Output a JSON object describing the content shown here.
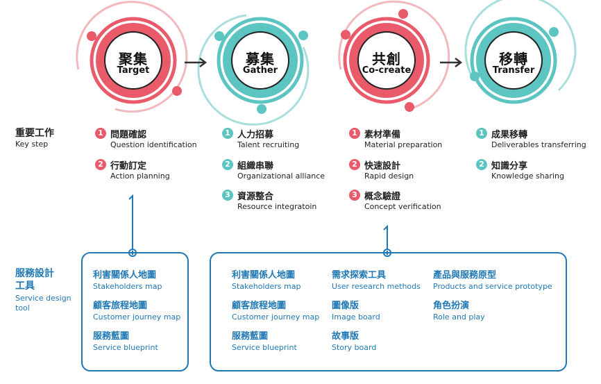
{
  "stages": [
    {
      "zh": "聚集",
      "en": "Target",
      "theme": "red"
    },
    {
      "zh": "募集",
      "en": "Gather",
      "theme": "teal"
    },
    {
      "zh": "共創",
      "en": "Co-create",
      "theme": "red"
    },
    {
      "zh": "移轉",
      "en": "Transfer",
      "theme": "teal"
    }
  ],
  "rows": {
    "key_step": {
      "zh": "重要工作",
      "en": "Key step"
    },
    "tools": {
      "zh_line1": "服務設計",
      "zh_line2": "工具",
      "en_line1": "Service design",
      "en_line2": "tool"
    }
  },
  "steps": [
    [
      {
        "num": "1",
        "zh": "問題確認",
        "en": "Question identification"
      },
      {
        "num": "2",
        "zh": "行動訂定",
        "en": "Action planning"
      }
    ],
    [
      {
        "num": "1",
        "zh": "人力招募",
        "en": "Talent recruiting"
      },
      {
        "num": "2",
        "zh": "組織串聯",
        "en": "Organizational alliance"
      },
      {
        "num": "3",
        "zh": "資源整合",
        "en": "Resource integratoin"
      }
    ],
    [
      {
        "num": "1",
        "zh": "素材準備",
        "en": "Material preparation"
      },
      {
        "num": "2",
        "zh": "快速設計",
        "en": "Rapid design"
      },
      {
        "num": "3",
        "zh": "概念驗證",
        "en": "Concept verification"
      }
    ],
    [
      {
        "num": "1",
        "zh": "成果移轉",
        "en": "Deliverables transferring"
      },
      {
        "num": "2",
        "zh": "知識分享",
        "en": "Knowledge sharing"
      }
    ]
  ],
  "tool_boxes": [
    [
      {
        "zh": "利害關係人地圖",
        "en": "Stakeholders map"
      },
      {
        "zh": "顧客旅程地圖",
        "en": "Customer journey map"
      },
      {
        "zh": "服務藍圖",
        "en": "Service blueprint"
      }
    ],
    [
      {
        "zh": "利害關係人地圖",
        "en": "Stakeholders map"
      },
      {
        "zh": "顧客旅程地圖",
        "en": "Customer journey map"
      },
      {
        "zh": "服務藍圖",
        "en": "Service blueprint"
      },
      {
        "zh": "需求探索工具",
        "en": "User research methods"
      },
      {
        "zh": "圖像版",
        "en": "Image board"
      },
      {
        "zh": "故事版",
        "en": "Story board"
      },
      {
        "zh": "產品與服務原型",
        "en": "Products and service prototype"
      },
      {
        "zh": "角色扮演",
        "en": "Role and play"
      }
    ]
  ],
  "colors": {
    "red": "#e95b6a",
    "teal": "#5cc4c1",
    "blue": "#1f78b4",
    "dark": "#333333"
  }
}
